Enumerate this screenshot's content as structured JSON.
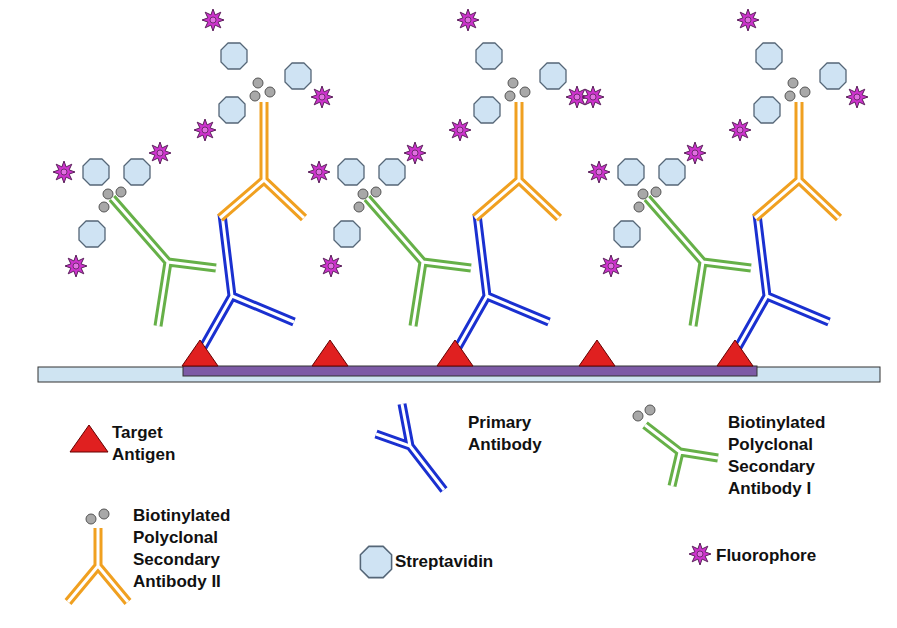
{
  "diagram": {
    "legend": [
      {
        "text": "Target Antigen"
      },
      {
        "text": "Primary Antibody"
      },
      {
        "text": "Biotinylated Polyclonal Secondary Antibody I"
      },
      {
        "text": "Biotinylated Polyclonal Secondary Antibody II"
      },
      {
        "text": "Streptavidin"
      },
      {
        "text": "Fluorophore"
      }
    ]
  }
}
